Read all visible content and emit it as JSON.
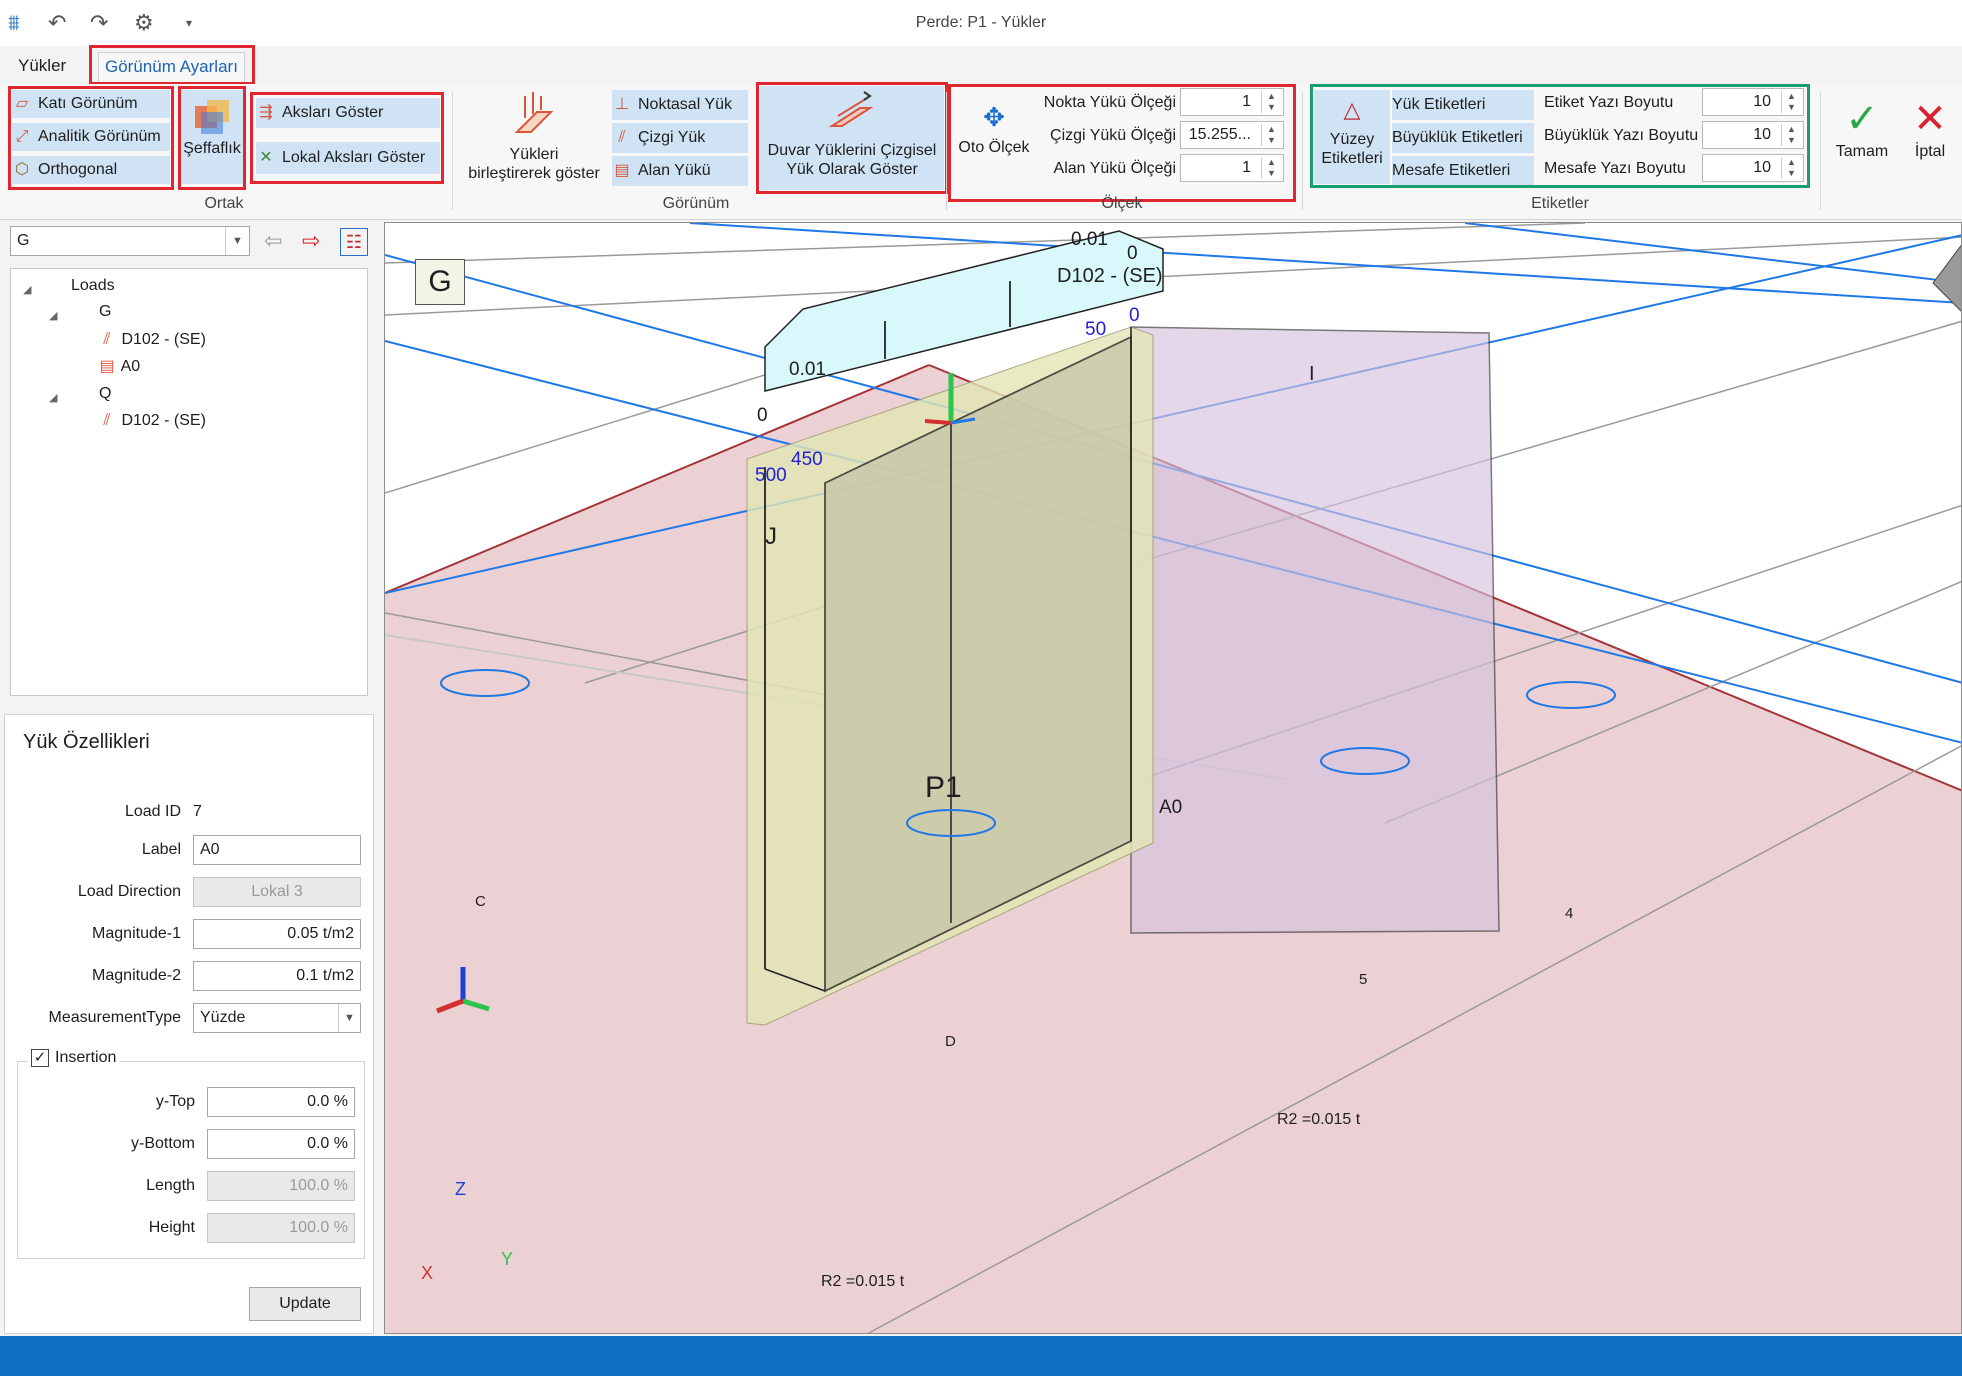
{
  "window": {
    "title": "Perde: P1 - Yükler"
  },
  "tabs": [
    {
      "label": "Yükler"
    },
    {
      "label": "Görünüm Ayarları"
    }
  ],
  "ribbon": {
    "ortak": {
      "label": "Ortak",
      "kati": "Katı Görünüm",
      "analitik": "Analitik Görünüm",
      "orthogonal": "Orthogonal",
      "seffaflik": "Şeffaflık",
      "akslar": "Aksları Göster",
      "lokal_akslar": "Lokal Aksları Göster"
    },
    "gorunum": {
      "label": "Görünüm",
      "birlestir_line1": "Yükleri",
      "birlestir_line2": "birleştirerek göster",
      "noktasal": "Noktasal Yük",
      "cizgi": "Çizgi Yük",
      "alan": "Alan Yükü",
      "duvar_line1": "Duvar Yüklerini Çizgisel",
      "duvar_line2": "Yük Olarak Göster"
    },
    "olcek": {
      "label": "Ölçek",
      "oto": "Oto Ölçek",
      "nokta_label": "Nokta Yükü Ölçeği",
      "nokta_value": "1",
      "cizgi_label": "Çizgi Yükü Ölçeği",
      "cizgi_value": "15.255...",
      "alan_label": "Alan Yükü Ölçeği",
      "alan_value": "1"
    },
    "etiketler": {
      "label": "Etiketler",
      "yuzey_line1": "Yüzey",
      "yuzey_line2": "Etiketleri",
      "yuk": "Yük Etiketleri",
      "buyukluk": "Büyüklük Etiketleri",
      "mesafe": "Mesafe Etiketleri",
      "etiket_yazi_label": "Etiket Yazı Boyutu",
      "etiket_yazi_value": "10",
      "buyukluk_yazi_label": "Büyüklük Yazı Boyutu",
      "buyukluk_yazi_value": "10",
      "mesafe_yazi_label": "Mesafe Yazı Boyutu",
      "mesafe_yazi_value": "10"
    },
    "tamam": "Tamam",
    "iptal": "İptal"
  },
  "loadcase_select": {
    "value": "G"
  },
  "tree": {
    "root": "Loads",
    "g": "G",
    "g_item1": "D102 - (SE)",
    "g_item2": "A0",
    "q": "Q",
    "q_item1": "D102 - (SE)"
  },
  "props": {
    "title": "Yük Özellikleri",
    "load_id_label": "Load ID",
    "load_id_value": "7",
    "label_label": "Label",
    "label_value": "A0",
    "direction_label": "Load Direction",
    "direction_value": "Lokal 3",
    "mag1_label": "Magnitude-1",
    "mag1_value": "0.05 t/m2",
    "mag2_label": "Magnitude-2",
    "mag2_value": "0.1 t/m2",
    "mtype_label": "MeasurementType",
    "mtype_value": "Yüzde",
    "insertion_label": "Insertion",
    "ytop_label": "y-Top",
    "ytop_value": "0.0 %",
    "ybottom_label": "y-Bottom",
    "ybottom_value": "0.0 %",
    "length_label": "Length",
    "length_value": "100.0 %",
    "height_label": "Height",
    "height_value": "100.0 %",
    "update": "Update"
  },
  "viewport": {
    "case_badge": "G",
    "wall_label": "P1",
    "area_label": "A0",
    "line_load_label": "D102 - (SE)",
    "val_001_right": "0.01",
    "val_0_right": "0",
    "val_001_left": "0.01",
    "val_0_left": "0",
    "dist_50": "50",
    "dist_0": "0",
    "dist_450": "450",
    "dist_500": "500",
    "node_i": "I",
    "node_j": "J",
    "reaction_right": "R2 =0.015 t",
    "reaction_left": "R2 =0.015 t",
    "axis_z": "Z",
    "axis_y": "Y",
    "axis_x": "X",
    "grid_c": "C",
    "grid_d": "D",
    "grid_4": "4",
    "grid_5": "5"
  },
  "colors": {
    "accent": "#0e70c0",
    "highlight_red": "#e0262e",
    "highlight_green": "#1b9e6e",
    "grid_blue": "#1e78e6",
    "slab_pink": "#ebd1d3",
    "wall_yellow": "#e3e6b6",
    "load_cyan": "#d9f8fb"
  }
}
